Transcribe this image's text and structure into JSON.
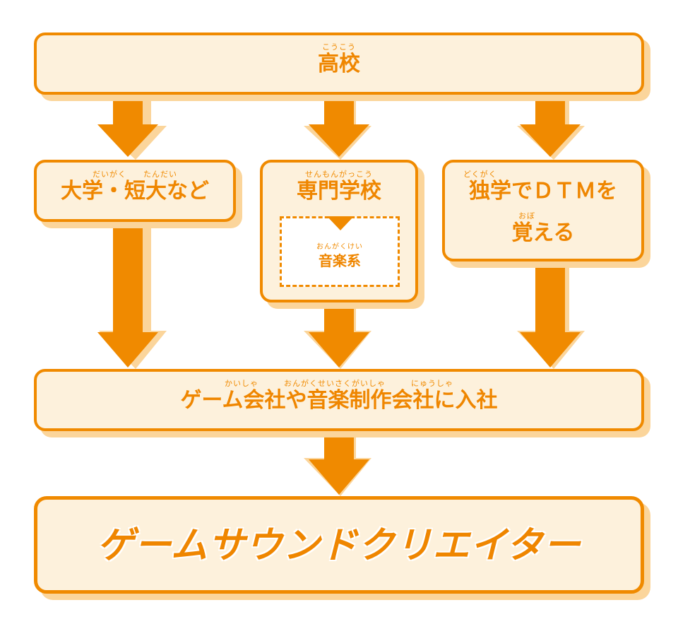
{
  "diagram": {
    "nodes": {
      "high_school": {
        "ruby": "こうこう",
        "label": "高校"
      },
      "university": {
        "ruby": "だいがく　　たんだい",
        "label": "大学・短大など"
      },
      "vocational": {
        "ruby": "せんもんがっこう",
        "label": "専門学校"
      },
      "music_dept": {
        "ruby": "おんがくけい",
        "label": "音楽系"
      },
      "self_study": {
        "ruby": "どくがく",
        "label": "独学でＤＴＭを",
        "ruby2": "おぼ",
        "label2": "覚える"
      },
      "company": {
        "ruby": "かいしゃ　　　おんがくせいさくがいしゃ　　　にゅうしゃ",
        "label": "ゲーム会社や音楽制作会社に入社"
      },
      "creator": {
        "label": "ゲームサウンドクリエイター"
      }
    },
    "edges": [
      [
        "high_school",
        "university"
      ],
      [
        "high_school",
        "vocational"
      ],
      [
        "high_school",
        "self_study"
      ],
      [
        "university",
        "company"
      ],
      [
        "vocational",
        "company"
      ],
      [
        "self_study",
        "company"
      ],
      [
        "company",
        "creator"
      ]
    ]
  },
  "colors": {
    "accent": "#f08a00",
    "box_fill": "#fdf1dc",
    "shadow": "#fbd59b"
  }
}
